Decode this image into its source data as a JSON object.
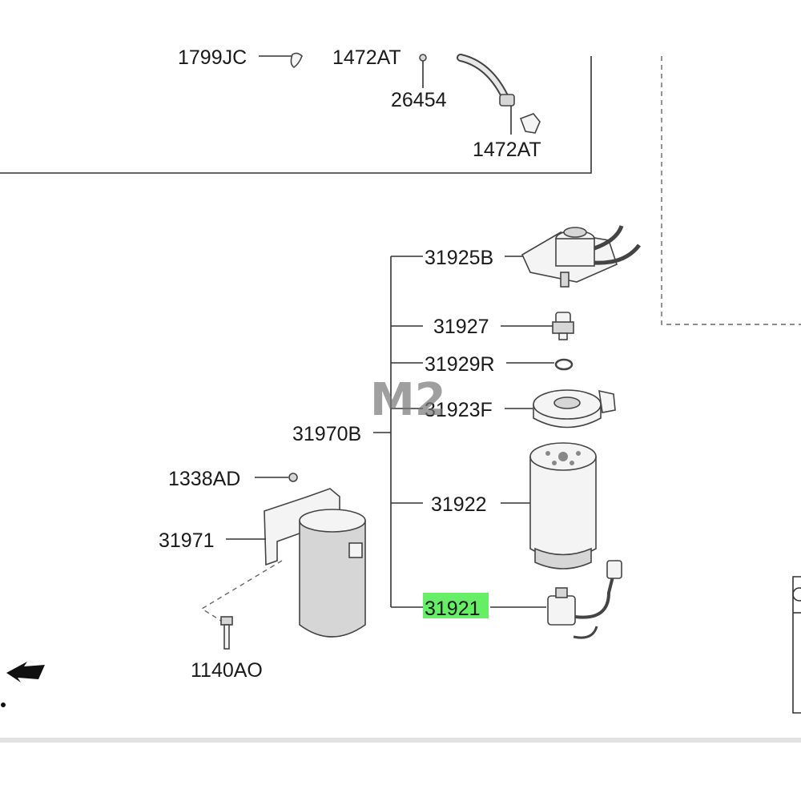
{
  "diagram": {
    "watermark_logo": "M2",
    "labels": {
      "l_1799JC": "1799JC",
      "l_1472AT_top": "1472AT",
      "l_26454": "26454",
      "l_1472AT_bottom": "1472AT",
      "l_31925B": "31925B",
      "l_31927": "31927",
      "l_31929R": "31929R",
      "l_31923F": "31923F",
      "l_31970B": "31970B",
      "l_31922": "31922",
      "l_31921": "31921",
      "l_1338AD": "1338AD",
      "l_31971": "31971",
      "l_1140AO": "1140AO"
    },
    "highlighted_label": "31921",
    "highlight_color": "#66ee66"
  }
}
